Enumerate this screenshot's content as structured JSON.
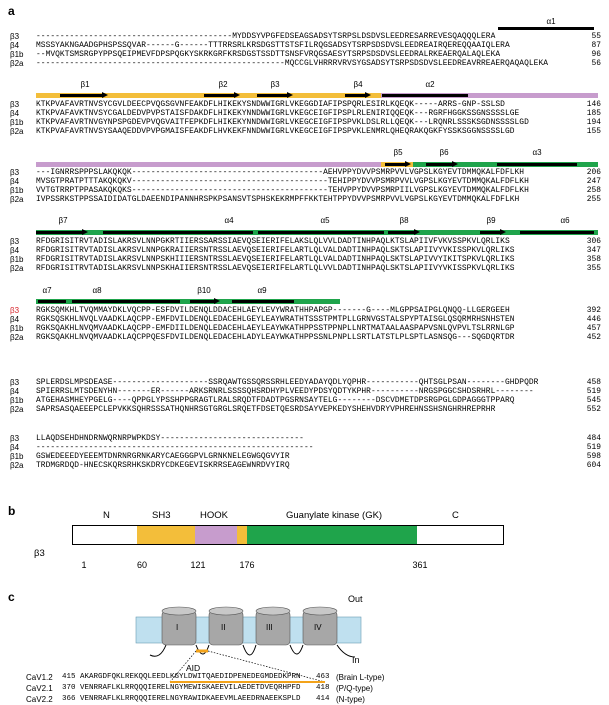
{
  "panels": {
    "a": "a",
    "b": "b",
    "c": "c"
  },
  "secondary_structure": {
    "row1": [
      "α1"
    ],
    "row2": [
      "β1",
      "β2",
      "β3",
      "β4",
      "α2"
    ],
    "row3": [
      "β5",
      "β6",
      "α3"
    ],
    "row4": [
      "β7",
      "α4",
      "α5",
      "β8",
      "β9",
      "α6"
    ],
    "row5": [
      "α7",
      "α8",
      "β10",
      "α9"
    ]
  },
  "blocks": [
    {
      "names": [
        "β3",
        "β4",
        "β1b",
        "β2a"
      ],
      "seqs": [
        "-----------------------------------------MYDDSYVPGFEDSEAGSADSYTSRPSLDSDVSLEEDRESARREVESQAQQQLERA",
        "MSSSYAKNGAADGPHSPSSQVAR------G------TTTRRSRLKRSDGSTTSTSFILRQGSADSYTSRPSDSDVSLEEDREAIRQEREQQAAIQLERA",
        "--MVQKTSMSRGPYPPSQEIPMEVFDPSPQGKYSKRKGRFKRSDGSTSSDTTSNSFVRQGSAESYTSRPSDSDVSLEEDRALRKEAERQALAQLEKA",
        "----------------------------------------------------MQCCGLVHRRRVRVSYGSADSYTSRPSDSDVSLEEDREAVRREAERQAQAQLEKA"
      ],
      "nums": [
        "55",
        "87",
        "96",
        "56"
      ]
    },
    {
      "names": [
        "β3",
        "β4",
        "β1b",
        "β2a"
      ],
      "seqs": [
        "KTKPVAFAVRTNVSYCGVLDEECPVQGSGVNFEAKDFLHIKEKYSNDWWIGRLVKEGGDIAFIPSPQRLESIRLKQEQK-----ARRS-GNP-SSLSD",
        "KTKPVAFAVKTNVSYCGALDEDVPVPSTAISFDAKDFLHIKEKYNNDWWIGRLVKEGCEIGFIPSPLRLENIRIQQEQK---RGRFHGGKSSGNSSSSLGE",
        "KTKPVAFAVRTNVGYNPSPGDEVPVQGVAITFEPKDFLHIKEKYNNDWWIGRLVKEGCEIGFIPSPVKLDSLRLLQEQK---LRQNRLSSSKSGDNSSSSLGD",
        "KTKPVAFAVRTNVSYSAAQEDDVPVPGMAISFEAKDFLHVKEKFNNDWWIGRLVKEGCEIGFIPSPVKLENMRLQHEQRAKQGKFYSSKSGGNSSSSLGD"
      ],
      "nums": [
        "146",
        "185",
        "194",
        "155"
      ]
    },
    {
      "names": [
        "β3",
        "β4",
        "β1b",
        "β2a"
      ],
      "seqs": [
        "---IGNRRSPPPSLAKQKQK----------------------------------------AEHVPPYDVVPSMRPVVLVGPSLKGYEVTDMMQKALFDFLKH",
        "MVSGTPRATPTTTAKQKQKV-----------------------------------------TEHIPPYDVVPSMRPVVLVGPSLKGYEVTDMMQKALFDFLKH",
        "VVTGTRRPTPPASAKQKQKS-----------------------------------------TEHVPPYDVVPSMRPIILVGPSLKGYEVTDMMQKALFDFLKH",
        "IVPSSRKSTPPSSAIDIDATGLDAEENDIPANNHRSPKPSANSVTSPHSKEKRMPFFKKTEHTPPYDVVPSMRPVVLVGPSLKGYEVTDMMQKALFDFLKH"
      ],
      "nums": [
        "206",
        "247",
        "258",
        "255"
      ]
    },
    {
      "names": [
        "β3",
        "β4",
        "β1b",
        "β2a"
      ],
      "seqs": [
        "RFDGRISITRVTADISLAKRSVLNNPGKRTIIERSSARSSIAEVQSEIERIFELAKSLQLVVLDADTINHPAQLKTSLAPIIVFVKVSSPKVLQRLIKS",
        "RFDGRISITRVTADISLAKRSVLNNPGKRAIIERSNTRSSLAEVQSEIERIFELARTLQLVALDADTINHPAQLSKTSLAPIIVYVKISSPKVLQRLIKS",
        "RFDGRISITRVTADISLAKRSVLNNPSKHIIIERSNTRSSLAEVQSEIERIFELARTLQLVALDADTINHPAQLSKTSLAPIVVYIKITSPKVLQRLIKS",
        "RFDGRISITRVTADISLAKRSVLNNPSKHAIIERSNTRSSLAEVQSEIERIFELARTLQLVVLDADTINHPAQLSKTSLAPIIVYVKISSPKVLQRLIKS"
      ],
      "nums": [
        "306",
        "347",
        "358",
        "355"
      ]
    },
    {
      "names": [
        "β3",
        "β4",
        "β1b",
        "β2a"
      ],
      "seqs": [
        "RGKSQMKHLTVQMMAYDKLVQCPP-ESFDVILDENQLDDACEHLAEYLEVYWRATHHPAPGP-------G----MLGPPSAIPGLQNQQ-LLGERGEEH",
        "RGKSQSKHLNVQLVAADKLAQCPP-EMFDVILDENQLEDACEHLGEYLEAYWRATHTSSSTPMTPLLGRNVGSTALSPYPTAISGLQSQRMRHSNHSTEN",
        "RGKSQAKHLNVQMVAADKLAQCPP-EMFDIILDENQLEDACEHLAEYLEAYWKATHPPSSTPPNPLLNRTMATAALAASPAPVSNLQVPVLTSLRRNLGP",
        "RGKSQAKHLNVQMVAADKLAQCPPQESFDVILDENQLEDACEHLADYLEAYWKATHPPSSNLPNPLLSRTLATSTLPLSPTLASNSQG---SQGDQRTDR"
      ],
      "nums": [
        "392",
        "446",
        "457",
        "452"
      ],
      "name_red": "β3"
    },
    {
      "names": [
        "β3",
        "β4",
        "β1b",
        "β2a"
      ],
      "seqs": [
        "SPLERDSLMPSDEASE--------------------SSRQAWTGSSQRSSRHLEEDYADAYQDLYQPHR-----------QHTSGLPSAN--------GHDPQDR",
        "SPIERRSLMTSDENYHN-------ER------ARKSRNRLSSSSQHSRDHYPLVEEDYPDSYQDTYKPHR----------NRGSPGGCSHDSRHRL--------",
        "ATGEHASMHEYPGELG----QPPGLYPSSHPPGRAGTLRALSRQDTFDADTPGSRNSAYTELG--------DSCVDMETDPSRGPGLGDPAGGGTPPARQ",
        "SAPRSASQAEEEPCLEPVKKSQHRSSSATHQNHRSGTGRGLSRQETFDSETQESRDSAYVEPKEDYSHEHVDRYVPHREHNSSHSNGHRHREPRHR"
      ],
      "nums": [
        "458",
        "519",
        "545",
        "552"
      ]
    },
    {
      "names": [
        "β3",
        "β4",
        "β1b",
        "β2a"
      ],
      "seqs": [
        "LLAQDSEHDHNDRNWQRNRPWPKDSY------------------------------",
        "----------------------------------------------------------",
        "GSWEDEEEDYEEEMTDNRNRGRNKARYCAEGGGPVLGRNKNELEGWGQGVYIR",
        "TRDMGRDQD-HNECSKQRSRHKSKDRYCDKEGEVISKRRSEAGEWNRDVYIRQ"
      ],
      "nums": [
        "484",
        "519",
        "598",
        "604"
      ]
    }
  ],
  "domain_map": {
    "label": "β3",
    "domains": [
      "N",
      "SH3",
      "HOOK",
      "Guanylate kinase (GK)",
      "C"
    ],
    "positions": [
      "1",
      "60",
      "121",
      "176",
      "361"
    ],
    "colors": {
      "sh3": "#f3be3a",
      "hook": "#c79ccd",
      "gk": "#1fa44b"
    }
  },
  "channel": {
    "out_label": "Out",
    "in_label": "In",
    "repeats": [
      "I",
      "II",
      "III",
      "IV"
    ],
    "aid_label": "AID",
    "rows": [
      {
        "name": "CaV1.2",
        "start": "415",
        "seq": "AKARGDFQKLREKQQLEEDLKGYLDWITQAEDIDPENEDEGMDEDKPRN",
        "end": "463",
        "note": "(Brain L-type)"
      },
      {
        "name": "CaV2.1",
        "start": "370",
        "seq": "VENRRAFLKLRRQQQIERELNGYMEWISKAEEVILAEDETDVEQRHPFD",
        "end": "418",
        "note": "(P/Q-type)"
      },
      {
        "name": "CaV2.2",
        "start": "366",
        "seq": "VENRRAFLKLRRQQQIERELNGYRAWIDKAEEVMLAEEDRNAEEKSPLD",
        "end": "414",
        "note": "(N-type)"
      }
    ]
  }
}
